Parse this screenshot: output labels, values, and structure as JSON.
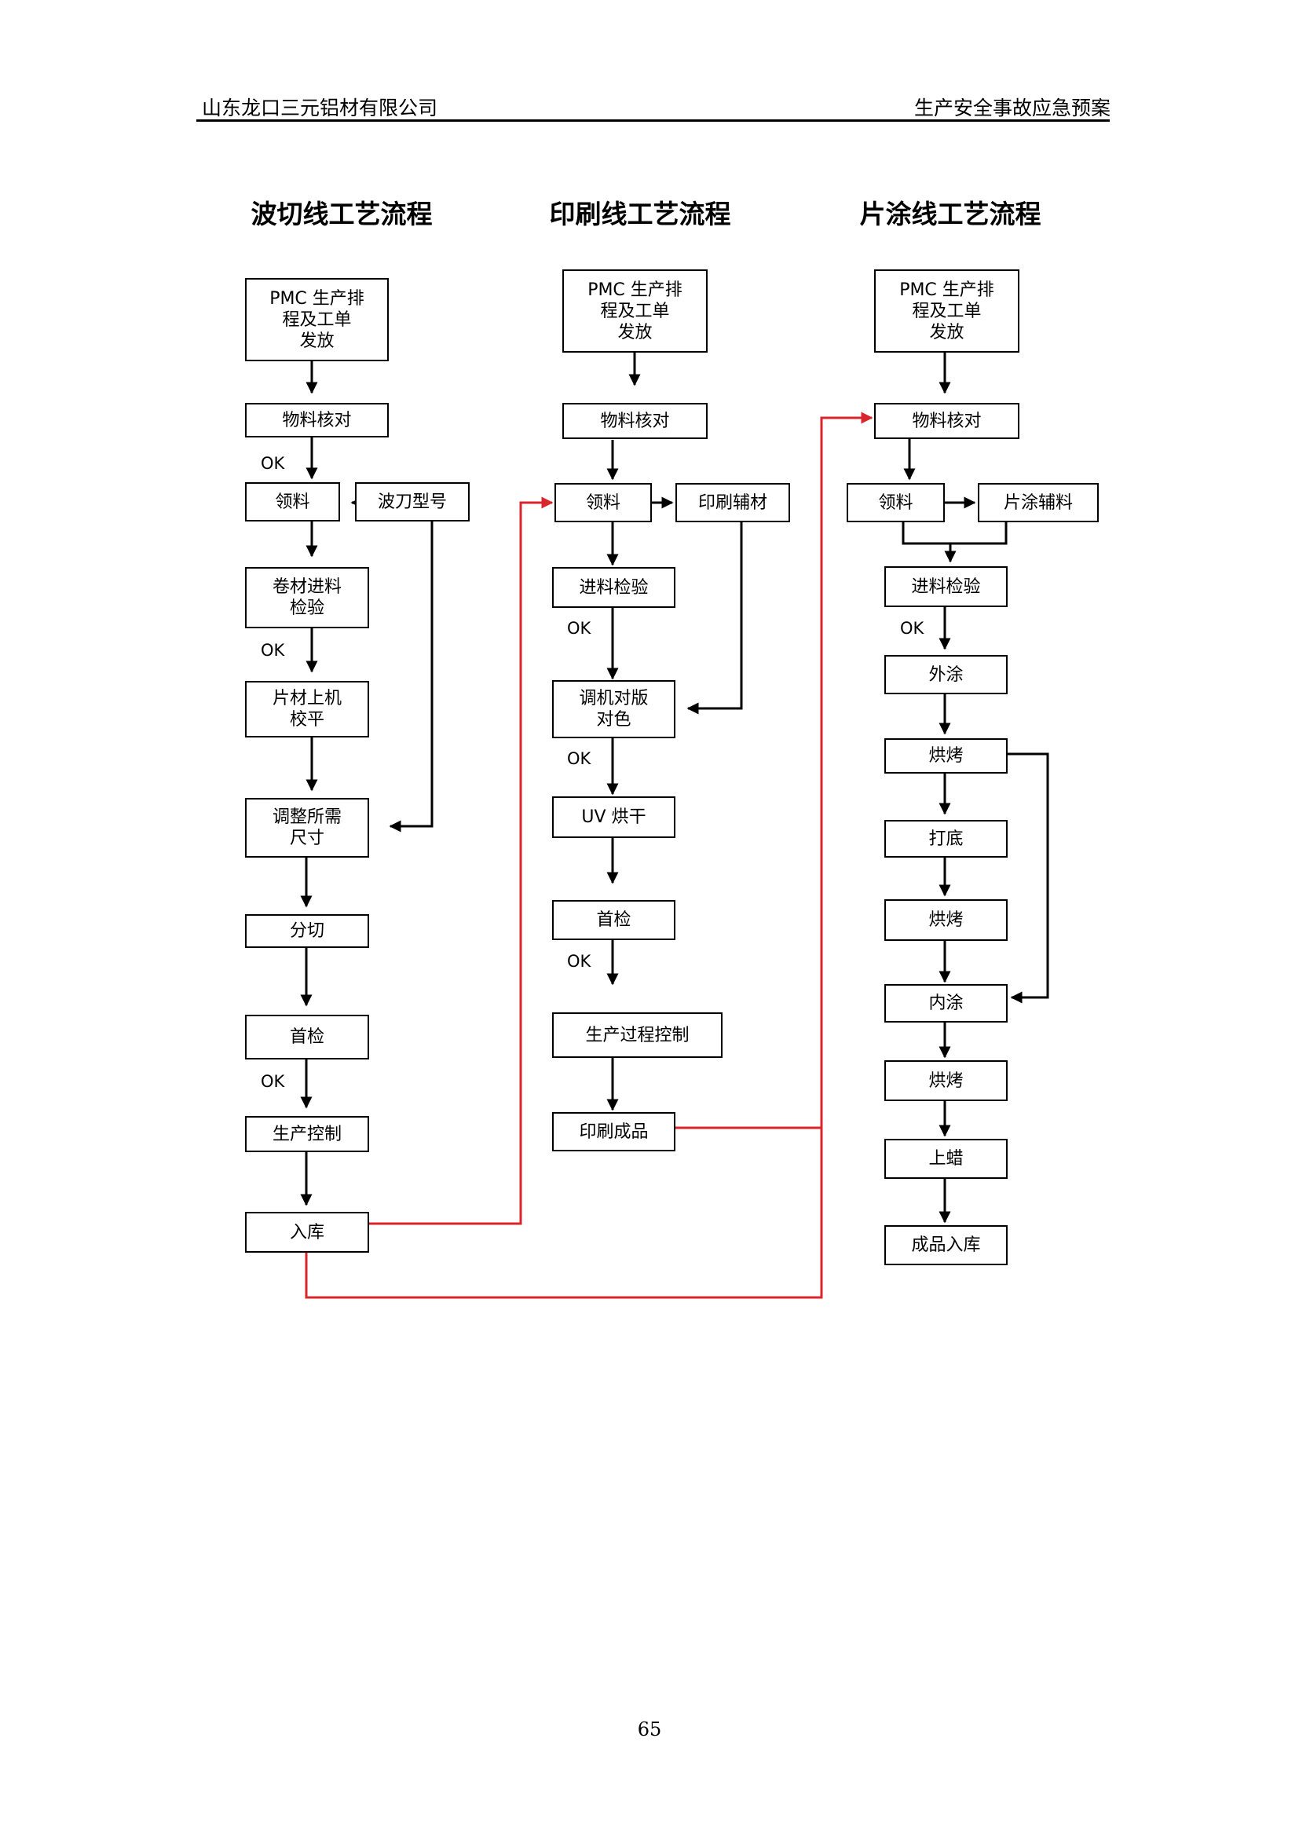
{
  "header": {
    "company": "山东龙口三元铝材有限公司",
    "document": "生产安全事故应急预案"
  },
  "titles": {
    "wave_cut": "波切线工艺流程",
    "printing": "印刷线工艺流程",
    "sheet_coat": "片涂线工艺流程"
  },
  "wave_cut": {
    "pmc": "PMC 生产排\n程及工单\n发放",
    "material_check": "物料核对",
    "pick_material": "领料",
    "blade_model": "波刀型号",
    "coil_inspect": "卷材进料\n检验",
    "sheet_level": "片材上机\n校平",
    "adjust_size": "调整所需\n尺寸",
    "slitting": "分切",
    "first_inspect": "首检",
    "production_control": "生产控制",
    "warehouse_in": "入库"
  },
  "printing": {
    "pmc": "PMC 生产排\n程及工单\n发放",
    "material_check": "物料核对",
    "pick_material": "领料",
    "print_aux": "印刷辅材",
    "incoming_inspect": "进料检验",
    "machine_adjust": "调机对版\n对色",
    "uv_dry": "UV 烘干",
    "first_inspect": "首检",
    "process_control": "生产过程控制",
    "printed_product": "印刷成品"
  },
  "sheet_coat": {
    "pmc": "PMC 生产排\n程及工单\n发放",
    "material_check": "物料核对",
    "pick_material": "领料",
    "coat_aux": "片涂辅料",
    "incoming_inspect": "进料检验",
    "outer_coat": "外涂",
    "bake_1": "烘烤",
    "primer": "打底",
    "bake_2": "烘烤",
    "inner_coat": "内涂",
    "bake_3": "烘烤",
    "wax": "上蜡",
    "finished_in": "成品入库"
  },
  "ok_label": "OK",
  "page_number": "65",
  "colors": {
    "red_flow": "#d9262c",
    "black_flow": "#000000"
  }
}
